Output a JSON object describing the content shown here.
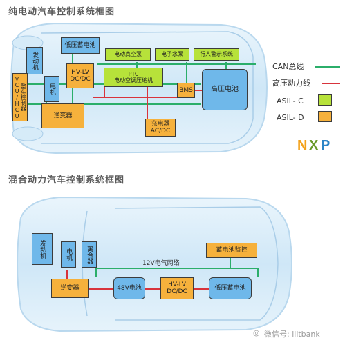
{
  "ev": {
    "title": "纯电动汽车控制系统框图",
    "boxes": {
      "engine": "发动机",
      "low_battery": "低压蓄电池",
      "motor": "电机",
      "hv_lv": "HV-LV\nDC/DC",
      "vacuum_pump": "电动真空泵",
      "water_pump": "电子水泵",
      "pedestrian_alarm": "行人警示系统",
      "vcu": "整车控制器VCU/HCU",
      "ptc": "PTC\n电动空调压缩机",
      "bms": "BMS",
      "hv_battery": "高压电池",
      "inverter": "逆变器",
      "charger": "充电器\nAC/DC"
    }
  },
  "legend": {
    "can_bus": "CAN总线",
    "hv_power_line": "高压动力线",
    "asil_c": "ASIL- C",
    "asil_d": "ASIL- D",
    "colors": {
      "can": "#2bae6a",
      "hv": "#d8343c",
      "asil_c": "#b7e23a",
      "asil_d": "#f6b13c"
    }
  },
  "logo": "NXP",
  "hybrid": {
    "title": "混合动力汽车控制系统框图",
    "boxes": {
      "engine": "发动机",
      "motor": "电机",
      "clutch": "离合器",
      "battery_monitor": "蓄电池监控",
      "network_12v": "12V电气网络",
      "inverter": "逆变器",
      "battery_48v": "48V电池",
      "hv_lv": "HV-LV\nDC/DC",
      "low_battery": "低压蓄电池"
    }
  },
  "watermark": "微信号: iiitbank"
}
